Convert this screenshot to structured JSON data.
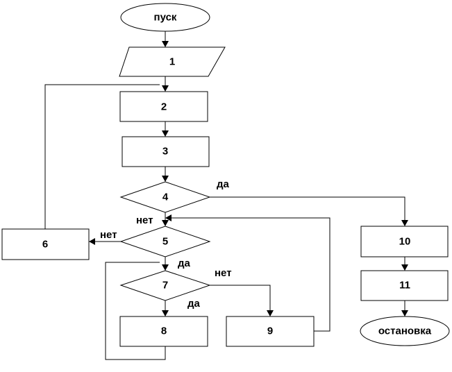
{
  "blocks": {
    "start": "пуск",
    "b1": "1",
    "b2": "2",
    "b3": "3",
    "b4": "4",
    "b5": "5",
    "b6": "6",
    "b7": "7",
    "b8": "8",
    "b9": "9",
    "b10": "10",
    "b11": "11",
    "stop": "остановка"
  },
  "branches": {
    "b4_yes": "да",
    "b5_no": "нет",
    "b5_yes": "да",
    "b7_no": "нет",
    "b7_yes": "да"
  }
}
